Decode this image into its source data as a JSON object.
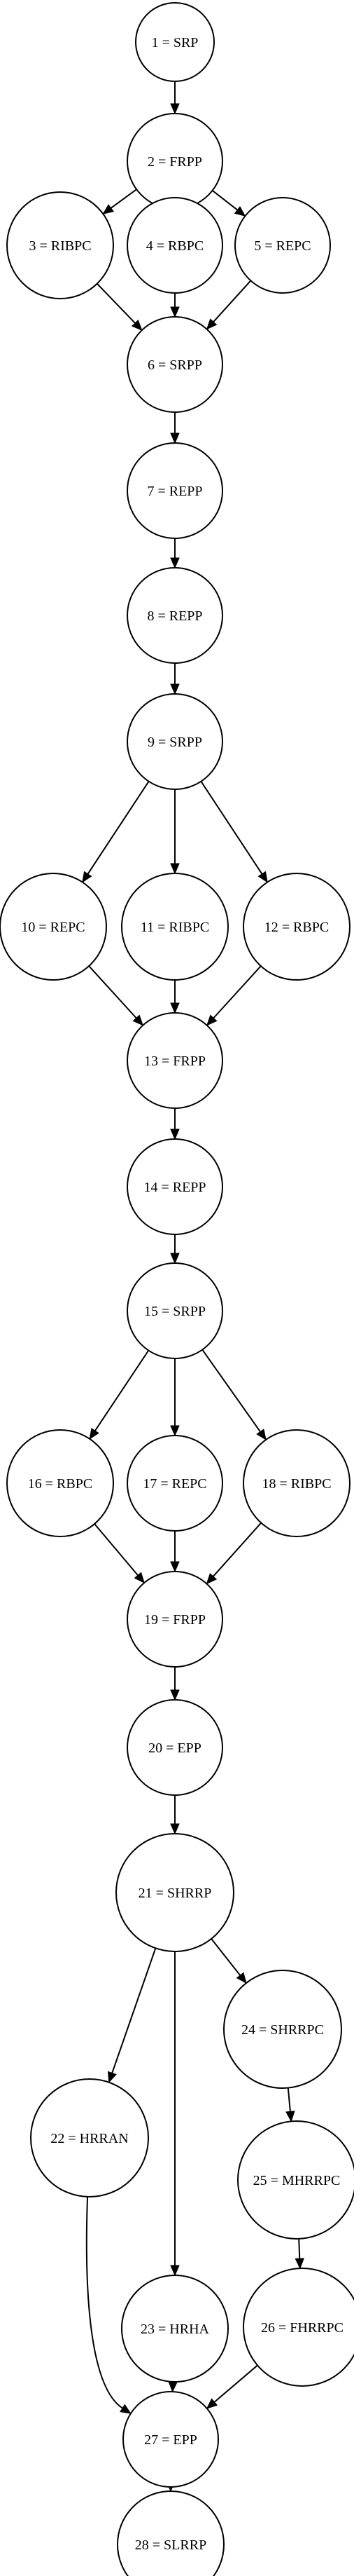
{
  "graph": {
    "nodes": [
      {
        "id": "1",
        "label": "1 = SRP"
      },
      {
        "id": "2",
        "label": "2 = FRPP"
      },
      {
        "id": "3",
        "label": "3 = RIBPC"
      },
      {
        "id": "4",
        "label": "4 = RBPC"
      },
      {
        "id": "5",
        "label": "5 = REPC"
      },
      {
        "id": "6",
        "label": "6 = SRPP"
      },
      {
        "id": "7",
        "label": "7 = REPP"
      },
      {
        "id": "8",
        "label": "8 = REPP"
      },
      {
        "id": "9",
        "label": "9 = SRPP"
      },
      {
        "id": "10",
        "label": "10 = REPC"
      },
      {
        "id": "11",
        "label": "11 = RIBPC"
      },
      {
        "id": "12",
        "label": "12 = RBPC"
      },
      {
        "id": "13",
        "label": "13 = FRPP"
      },
      {
        "id": "14",
        "label": "14 = REPP"
      },
      {
        "id": "15",
        "label": "15 = SRPP"
      },
      {
        "id": "16",
        "label": "16 = RBPC"
      },
      {
        "id": "17",
        "label": "17 = REPC"
      },
      {
        "id": "18",
        "label": "18 = RIBPC"
      },
      {
        "id": "19",
        "label": "19 = FRPP"
      },
      {
        "id": "20",
        "label": "20 = EPP"
      },
      {
        "id": "21",
        "label": "21 = SHRRP"
      },
      {
        "id": "22",
        "label": "22 = HRRAN"
      },
      {
        "id": "23",
        "label": "23 = HRHA"
      },
      {
        "id": "24",
        "label": "24 = SHRRPC"
      },
      {
        "id": "25",
        "label": "25 = MHRRPC"
      },
      {
        "id": "26",
        "label": "26 = FHRRPC"
      },
      {
        "id": "27",
        "label": "27 = EPP"
      },
      {
        "id": "28",
        "label": "28 = SLRRP"
      }
    ],
    "edges": [
      {
        "from": "1",
        "to": "2"
      },
      {
        "from": "2",
        "to": "3"
      },
      {
        "from": "2",
        "to": "4"
      },
      {
        "from": "2",
        "to": "5"
      },
      {
        "from": "3",
        "to": "6"
      },
      {
        "from": "4",
        "to": "6"
      },
      {
        "from": "5",
        "to": "6"
      },
      {
        "from": "6",
        "to": "7"
      },
      {
        "from": "7",
        "to": "8"
      },
      {
        "from": "8",
        "to": "9"
      },
      {
        "from": "9",
        "to": "10"
      },
      {
        "from": "9",
        "to": "11"
      },
      {
        "from": "9",
        "to": "12"
      },
      {
        "from": "10",
        "to": "13"
      },
      {
        "from": "11",
        "to": "13"
      },
      {
        "from": "12",
        "to": "13"
      },
      {
        "from": "13",
        "to": "14"
      },
      {
        "from": "14",
        "to": "15"
      },
      {
        "from": "15",
        "to": "16"
      },
      {
        "from": "15",
        "to": "17"
      },
      {
        "from": "15",
        "to": "18"
      },
      {
        "from": "16",
        "to": "19"
      },
      {
        "from": "17",
        "to": "19"
      },
      {
        "from": "18",
        "to": "19"
      },
      {
        "from": "19",
        "to": "20"
      },
      {
        "from": "20",
        "to": "21"
      },
      {
        "from": "21",
        "to": "22"
      },
      {
        "from": "21",
        "to": "23"
      },
      {
        "from": "21",
        "to": "24"
      },
      {
        "from": "24",
        "to": "25"
      },
      {
        "from": "25",
        "to": "26"
      },
      {
        "from": "22",
        "to": "27"
      },
      {
        "from": "23",
        "to": "27"
      },
      {
        "from": "26",
        "to": "27"
      },
      {
        "from": "27",
        "to": "28"
      }
    ]
  }
}
